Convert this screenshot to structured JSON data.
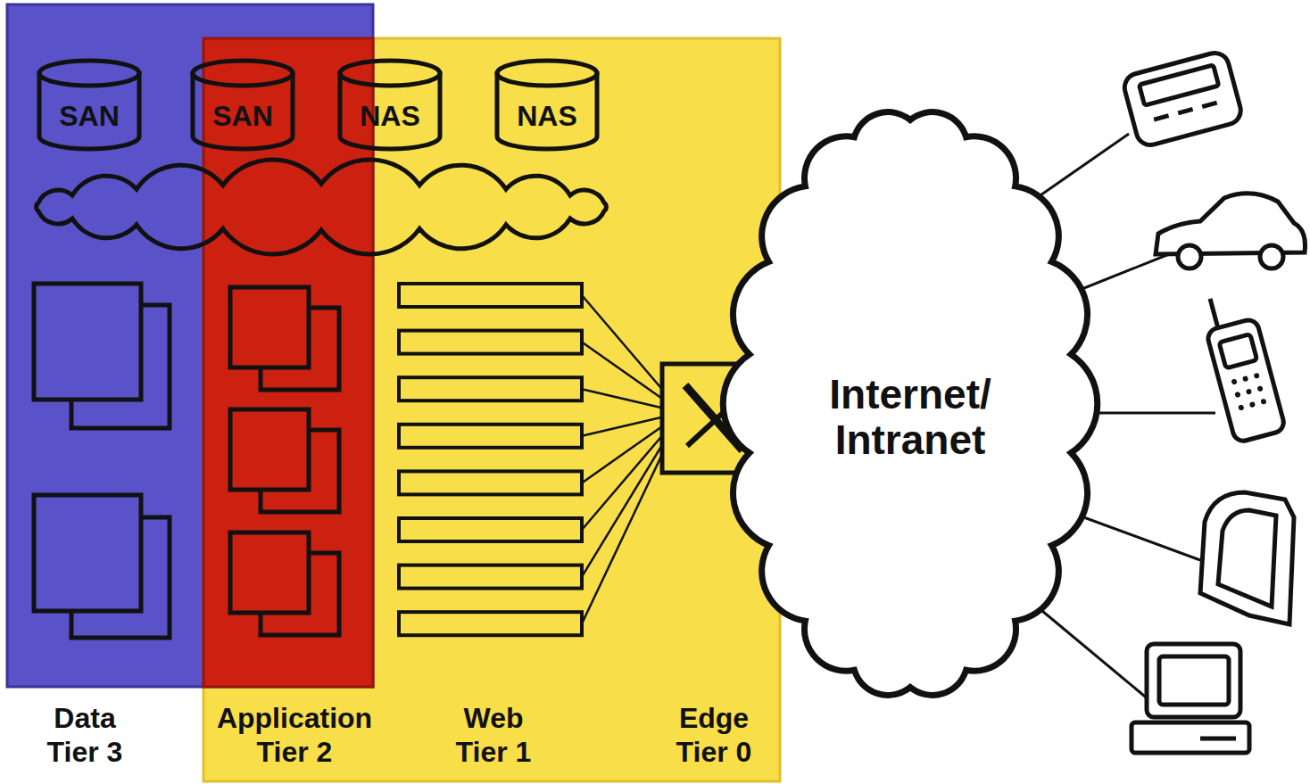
{
  "diagram": {
    "nodes": [
      {
        "text": [
          "SAN"
        ]
      },
      {
        "text": [
          "SAN"
        ]
      },
      {
        "text": [
          "NAS"
        ]
      },
      {
        "text": [
          "NAS"
        ]
      },
      {
        "text": [
          "Internet/ Intranet"
        ]
      }
    ],
    "labels": [
      "Data Tier 3",
      "Application Tier 2",
      "Web Tier 1",
      "Edge Tier 0"
    ]
  }
}
